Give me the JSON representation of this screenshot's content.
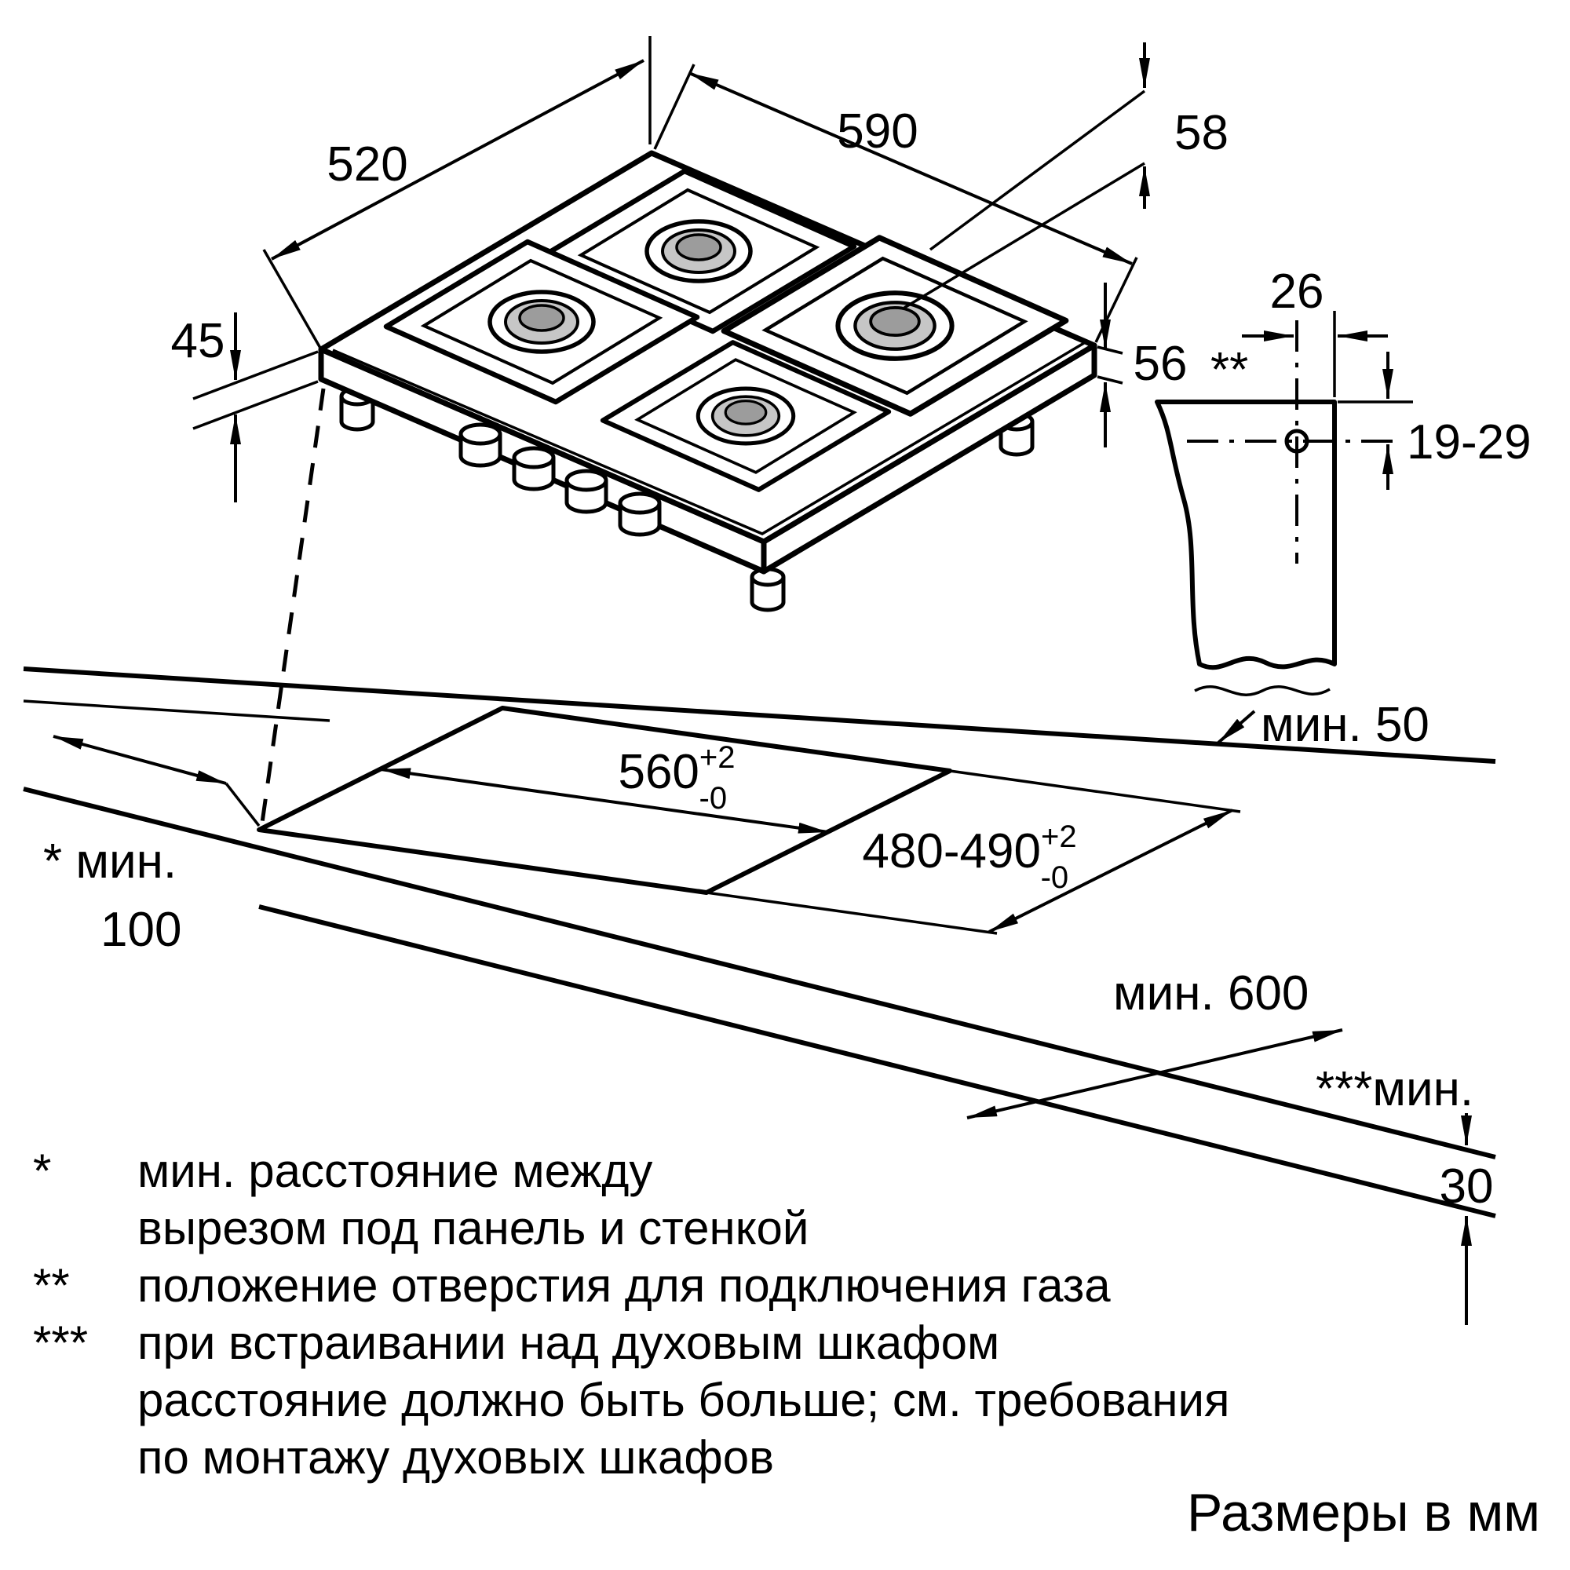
{
  "dims": {
    "hob_depth": "520",
    "hob_width": "590",
    "grate_height": "58",
    "glass_height": "45",
    "body_height": "56",
    "gas_offset_x": "26",
    "gas_mark": "**",
    "gas_offset_y": "19-29",
    "min_back": "мин. 50",
    "cutout_width": {
      "value": "560",
      "tol_plus": "+2",
      "tol_minus": "-0"
    },
    "cutout_depth": {
      "value": "480-490",
      "tol_plus": "+2",
      "tol_minus": "-0"
    },
    "min_left_line1": "* мин.",
    "min_left_line2": "100",
    "min_depth": "мин. 600",
    "min_oven_line1": "***мин.",
    "min_oven_line2": "30"
  },
  "footnotes": {
    "f1_marker": "*",
    "f1_line1": "мин. расстояние между",
    "f1_line2": "вырезом под панель и стенкой",
    "f2_marker": "**",
    "f2_line1": "положение отверстия для подключения газа",
    "f3_marker": "***",
    "f3_line1": "при встраивании над духовым шкафом",
    "f3_line2": "расстояние должно быть больше; см. требования",
    "f3_line3": "по монтажу духовых шкафов"
  },
  "units_note": "Размеры в мм",
  "colors": {
    "line": "#000000",
    "background": "#ffffff",
    "burner_mid": "#c6c6c6",
    "burner_cap": "#9c9c9c"
  }
}
